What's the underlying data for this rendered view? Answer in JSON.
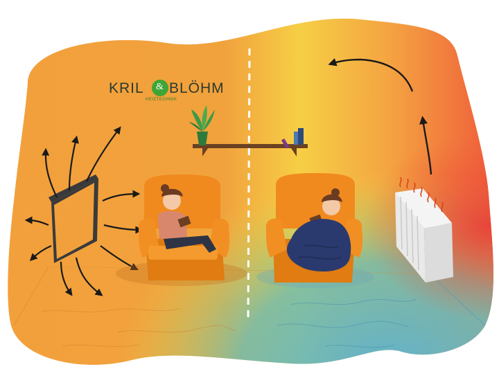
{
  "logo": {
    "left_text": "KRIL",
    "ampersand": "&",
    "right_text": "BLÖHM",
    "subtitle": "HEIZTECHNIK"
  },
  "colors": {
    "warm_orange": "#f2a03c",
    "deep_orange": "#ef8f32",
    "yellow": "#f6cf45",
    "hot_red": "#ef5a3a",
    "cool_green": "#7cc29a",
    "cool_blue": "#5fb1cf",
    "armchair": "#f08a1e",
    "blanket": "#2a3a6e",
    "logo_green": "#3fa535"
  },
  "icons": [
    "infrared-panel-icon",
    "radiator-icon",
    "plant-icon",
    "books-icon",
    "armchair-icon",
    "heat-arrow-icon"
  ]
}
